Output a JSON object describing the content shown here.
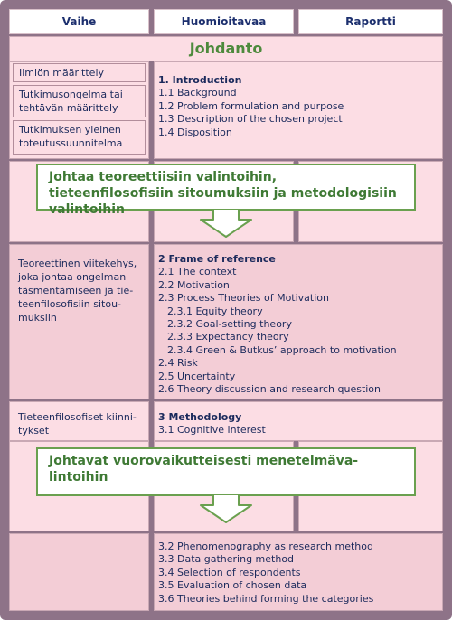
{
  "header": {
    "col1": "Vaihe",
    "col2": "Huomioitavaa",
    "col3": "Raportti"
  },
  "section_title": "Johdanto",
  "stages": [
    "Ilmiön määrittely",
    "Tutkimusongelma tai tehtävän määrittely",
    "Tutkimuksen yleinen toteutussuunnitelma",
    "Teoreettinen viitekehys, joka johtaa ongelman täsmentämiseen ja tie-teenfilosofisiin sitou-muksiin",
    "Tieteenfilosofiset kiinni-tykset"
  ],
  "report": {
    "intro": [
      "1. Introduction",
      "1.1 Background",
      "1.2 Problem formulation and purpose",
      "1.3 Description of the chosen project",
      "1.4 Disposition"
    ],
    "frame": [
      "2 Frame of reference",
      "2.1 The context",
      "2.2 Motivation",
      "2.3 Process Theories of Motivation",
      "2.3.1 Equity theory",
      "2.3.2 Goal-setting theory",
      "2.3.3 Expectancy theory",
      "2.3.4 Green & Butkus’ approach to motivation",
      "2.4 Risk",
      "2.5 Uncertainty",
      "2.6 Theory discussion and research question"
    ],
    "method": [
      "3 Methodology",
      "3.1 Cognitive interest"
    ],
    "method2": [
      "3.2 Phenomenography as research method",
      "3.3 Data gathering method",
      "3.4 Selection of respondents",
      "3.5 Evaluation of chosen data",
      "3.6 Theories behind forming the categories"
    ]
  },
  "callouts": {
    "first": "Johtaa teoreettiisiin valintoihin, tieteenfilosofisiin sitoumuksiin ja  metodologisiin valintoihin",
    "second": "Johtavat vuorovaikutteisesti menetelmäva-lintoihin"
  },
  "colors": {
    "frame": "#8e7388",
    "cell_light": "#fcdde4",
    "cell_dark": "#f3cdd6",
    "callout_border": "#6aa04f",
    "callout_text": "#3f7a35",
    "header_text": "#1c2f6e"
  }
}
